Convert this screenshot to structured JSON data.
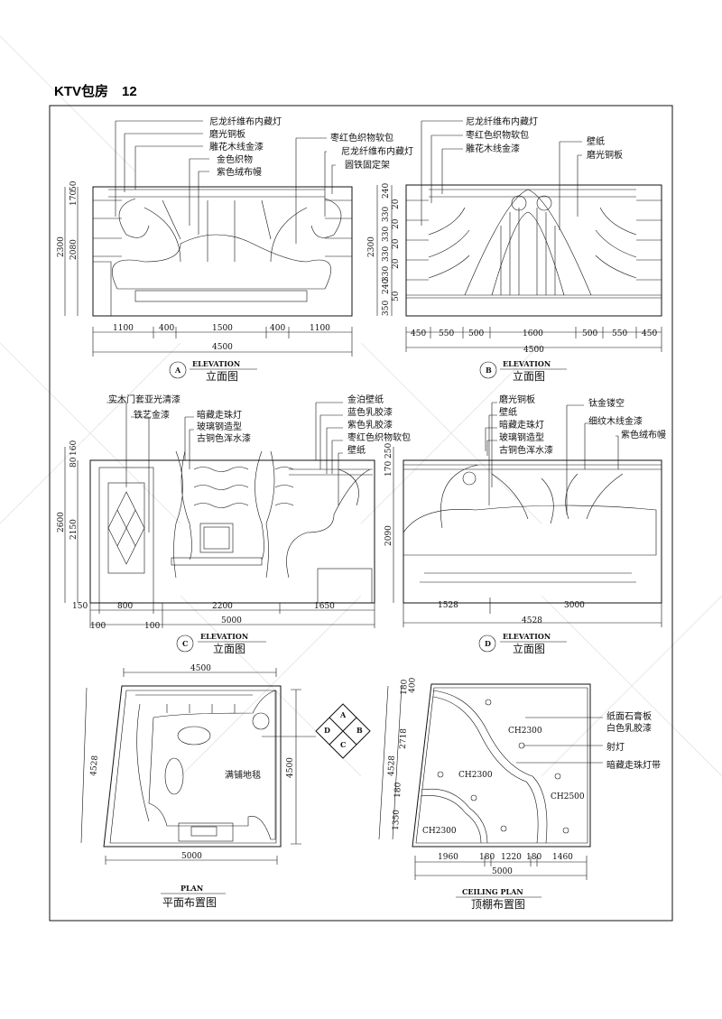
{
  "title": "KTV包房　12",
  "elevation_a": {
    "callouts_left": [
      "尼龙纤维布内藏灯",
      "磨光铜板",
      "雕花木线金漆",
      "金色织物",
      "紫色绒布幔"
    ],
    "callouts_right": [
      "枣红色织物软包",
      "尼龙纤维布内藏灯",
      "圆铁固定架"
    ],
    "height_dims": [
      "2300",
      "2080",
      "170",
      "50"
    ],
    "width_dims": [
      "1100",
      "400",
      "1500",
      "400",
      "1100"
    ],
    "total_width": "4500",
    "marker": "A",
    "tag": "ELEVATION",
    "name": "立面图"
  },
  "elevation_b": {
    "callouts_left": [
      "尼龙纤维布内藏灯",
      "枣红色织物软包",
      "雕花木线金漆"
    ],
    "callouts_right": [
      "壁纸",
      "磨光铜板"
    ],
    "height_dims": [
      "2300",
      "240",
      "20",
      "330",
      "20",
      "330",
      "20",
      "330",
      "20",
      "330",
      "240",
      "50",
      "350"
    ],
    "width_dims": [
      "450",
      "550",
      "500",
      "1600",
      "500",
      "550",
      "450"
    ],
    "total_width": "4500",
    "marker": "B",
    "tag": "ELEVATION",
    "name": "立面图"
  },
  "elevation_c": {
    "callouts_left": [
      "实木门套亚光清漆",
      "铁艺金漆"
    ],
    "callouts_mid": [
      "暗藏走珠灯",
      "玻璃钢造型",
      "古铜色浑水漆"
    ],
    "callouts_right": [
      "金泊壁纸",
      "蓝色乳胶漆",
      "紫色乳胶漆",
      "枣红色织物软包",
      "壁纸"
    ],
    "height_dims": [
      "2600",
      "2150",
      "160",
      "80"
    ],
    "width_dims": [
      "150",
      "800",
      "2200",
      "1650"
    ],
    "sub_dims": [
      "100",
      "100"
    ],
    "total_width": "5000",
    "marker": "C",
    "tag": "ELEVATION",
    "name": "立面图"
  },
  "elevation_d": {
    "callouts_left": [
      "磨光铜板",
      "壁纸",
      "暗藏走珠灯",
      "玻璃钢造型",
      "古铜色浑水漆"
    ],
    "callouts_right": [
      "钛金镂空",
      "细纹木线金漆",
      "紫色绒布幔"
    ],
    "height_dims": [
      "250",
      "170",
      "2090"
    ],
    "width_dims": [
      "1528",
      "3000"
    ],
    "total_width": "4528",
    "marker": "D",
    "tag": "ELEVATION",
    "name": "立面图"
  },
  "plan": {
    "top_dim": "4500",
    "bottom_dim": "5000",
    "left_dim": "4528",
    "right_dim": "4500",
    "floor_label": "满铺地毯",
    "tag": "PLAN",
    "name": "平面布置图",
    "compass": [
      "A",
      "B",
      "C",
      "D"
    ]
  },
  "ceiling_plan": {
    "heights": [
      "CH2300",
      "CH2300",
      "CH2300",
      "CH2500"
    ],
    "callouts": [
      "纸面石膏板",
      "白色乳胶漆",
      "射灯",
      "暗藏走珠灯带"
    ],
    "bottom_dims": [
      "1960",
      "180",
      "1220",
      "180",
      "1460"
    ],
    "total_width": "5000",
    "left_dims": [
      "180",
      "400",
      "2718",
      "4528",
      "180",
      "1350"
    ],
    "tag": "CEILING PLAN",
    "name": "顶棚布置图"
  }
}
